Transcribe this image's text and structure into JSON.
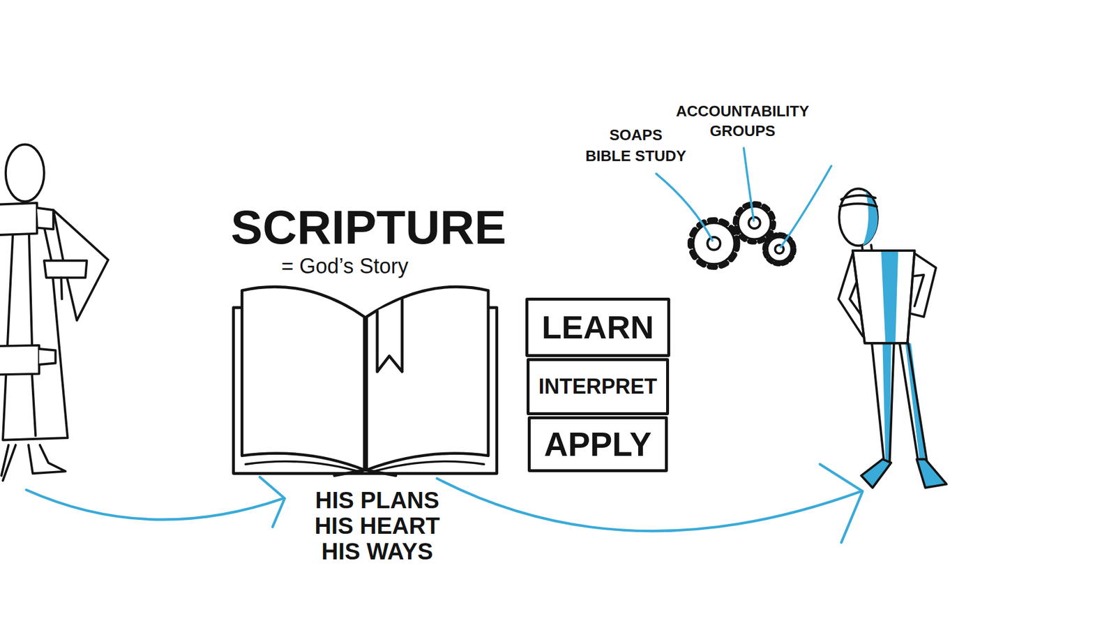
{
  "diagram": {
    "nodes": [
      {
        "text": [
          "SCRIPTURE",
          "= God’s Story",
          "HIS PLANS HIS HEART HIS WAYS"
        ]
      },
      {
        "text": [
          "LEARN"
        ]
      },
      {
        "text": [
          "INTERPRET"
        ]
      },
      {
        "text": [
          "APPLY"
        ]
      }
    ],
    "labels": [
      "SOAPS BIBLE STUDY",
      "ACCOUNTABILITY GROUPS"
    ]
  }
}
